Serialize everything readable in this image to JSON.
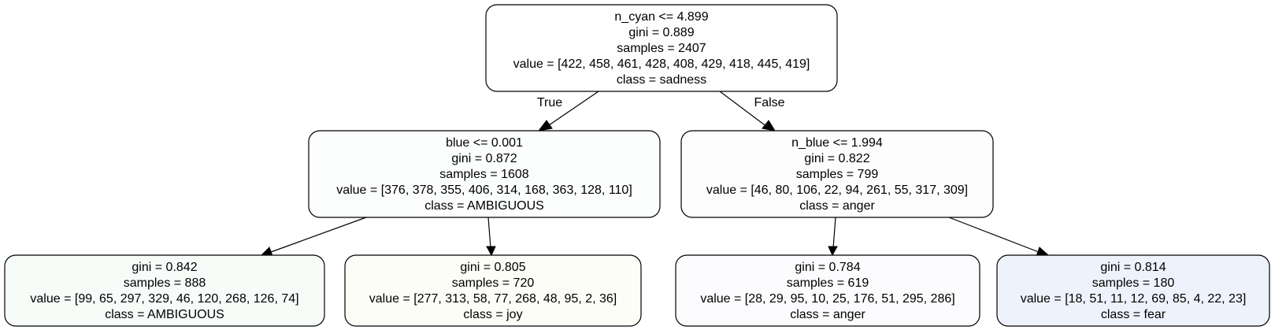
{
  "tree": {
    "nodes": [
      {
        "id": "root",
        "fill": "#fefefe",
        "lines": [
          "n_cyan <= 4.899",
          "gini = 0.889",
          "samples = 2407",
          "value = [422, 458, 461, 428, 408, 429, 418, 445, 419]",
          "class = sadness"
        ]
      },
      {
        "id": "left",
        "fill": "#fbfefd",
        "lines": [
          "blue <= 0.001",
          "gini = 0.872",
          "samples = 1608",
          "value = [376, 378, 355, 406, 314, 168, 363, 128, 110]",
          "class = AMBIGUOUS"
        ]
      },
      {
        "id": "right",
        "fill": "#fdfdfd",
        "lines": [
          "n_blue <= 1.994",
          "gini = 0.822",
          "samples = 799",
          "value = [46, 80, 106, 22, 94, 261, 55, 317, 309]",
          "class = anger"
        ]
      },
      {
        "id": "leaf1",
        "fill": "#f7fcf9",
        "lines": [
          "gini = 0.842",
          "samples = 888",
          "value = [99, 65, 297, 329, 46, 120, 268, 126, 74]",
          "class = AMBIGUOUS"
        ]
      },
      {
        "id": "leaf2",
        "fill": "#fcfdf7",
        "lines": [
          "gini = 0.805",
          "samples = 720",
          "value = [277, 313, 58, 77, 268, 48, 95, 2, 36]",
          "class = joy"
        ]
      },
      {
        "id": "leaf3",
        "fill": "#fcfbfe",
        "lines": [
          "gini = 0.784",
          "samples = 619",
          "value = [28, 29, 95, 10, 25, 176, 51, 295, 286]",
          "class = anger"
        ]
      },
      {
        "id": "leaf4",
        "fill": "#eef2fc",
        "lines": [
          "gini = 0.814",
          "samples = 180",
          "value = [18, 51, 11, 12, 69, 85, 4, 22, 23]",
          "class = fear"
        ]
      }
    ],
    "edges": [
      {
        "from": "root",
        "to": "left",
        "label": "True"
      },
      {
        "from": "root",
        "to": "right",
        "label": "False"
      },
      {
        "from": "left",
        "to": "leaf1",
        "label": ""
      },
      {
        "from": "left",
        "to": "leaf2",
        "label": ""
      },
      {
        "from": "right",
        "to": "leaf3",
        "label": ""
      },
      {
        "from": "right",
        "to": "leaf4",
        "label": ""
      }
    ]
  }
}
